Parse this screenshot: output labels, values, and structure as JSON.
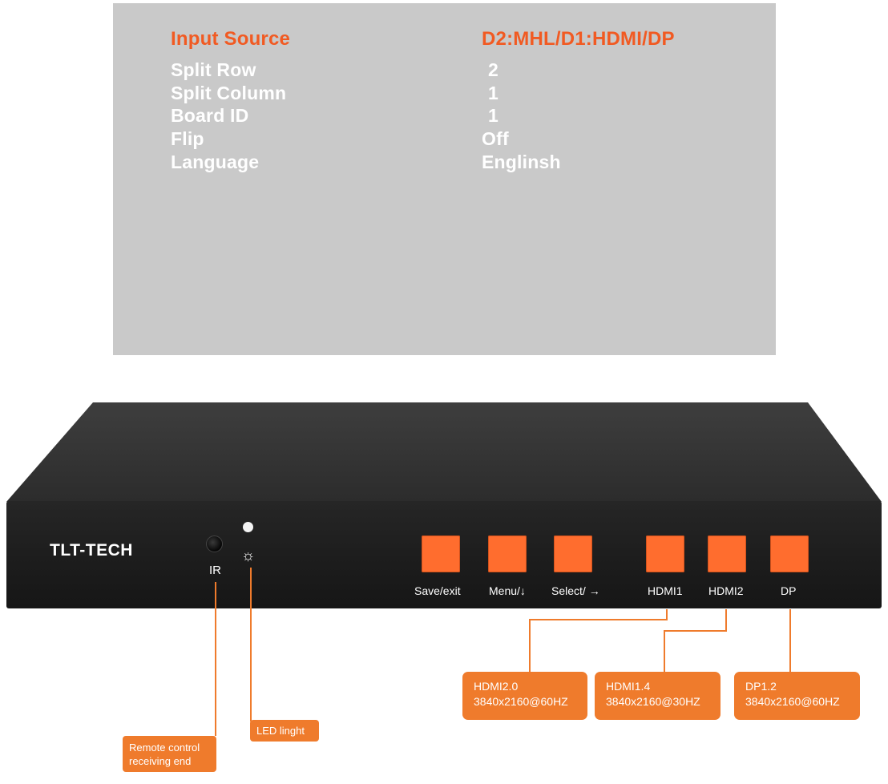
{
  "osd_menu": {
    "rows": [
      {
        "label": "Input Source",
        "value": "D2:MHL/D1:HDMI/DP"
      },
      {
        "label": "Split Row",
        "value": "2"
      },
      {
        "label": "Split Column",
        "value": "1"
      },
      {
        "label": "Board ID",
        "value": "1"
      },
      {
        "label": "Flip",
        "value": "Off"
      },
      {
        "label": "Language",
        "value": "Englinsh"
      }
    ],
    "highlight_color": "#f15a22",
    "background_color": "#c9c9c9"
  },
  "device": {
    "brand": "TLT-TECH",
    "ir_label": "IR",
    "led_icon": "sun-icon",
    "buttons": [
      {
        "label": "Save/exit"
      },
      {
        "label": "Menu/↓"
      },
      {
        "label": "Select/ →"
      },
      {
        "label": "HDMI1"
      },
      {
        "label": "HDMI2"
      },
      {
        "label": "DP"
      }
    ],
    "button_color": "#ff6d2e"
  },
  "callouts": {
    "hdmi1": {
      "line1": "HDMI2.0",
      "line2": "3840x2160@60HZ"
    },
    "hdmi2": {
      "line1": "HDMI1.4",
      "line2": "3840x2160@30HZ"
    },
    "dp": {
      "line1": "DP1.2",
      "line2": "3840x2160@60HZ"
    },
    "led": {
      "text": "LED linght"
    },
    "ir": {
      "line1": "Remote control",
      "line2": "receiving end"
    },
    "color": "#ef7b2c"
  }
}
